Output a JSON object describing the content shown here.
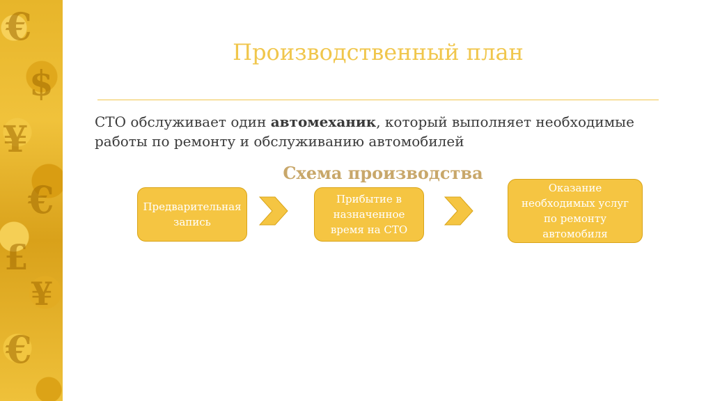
{
  "slide": {
    "title": "Производственный план",
    "body_prefix": "СТО обслуживает один ",
    "body_bold": "автомеханик",
    "body_suffix": ", который выполняет необходимые работы по ремонту и обслуживанию автомобилей"
  },
  "diagram": {
    "title": "Схема производства",
    "steps": [
      {
        "label": "Предварительная запись"
      },
      {
        "label": "Прибытие в назначенное время на СТО"
      },
      {
        "label": "Оказание необходимых услуг по ремонту автомобиля"
      }
    ]
  },
  "colors": {
    "accent": "#f5c542",
    "title": "#f0c64c",
    "scheme_title": "#c8a76a",
    "text": "#3a3a3a"
  }
}
